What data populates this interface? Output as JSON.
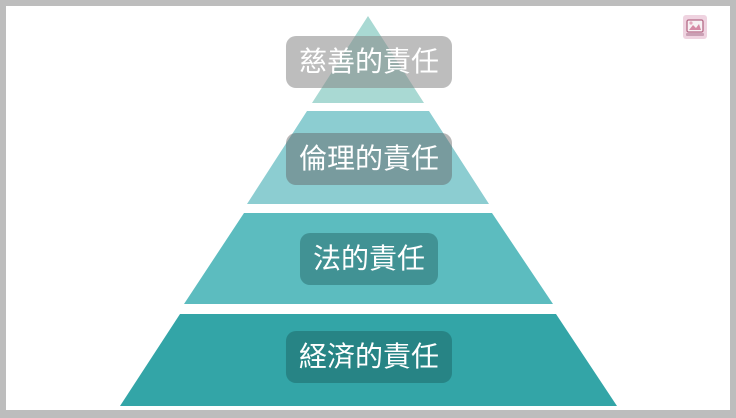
{
  "pyramid": {
    "tiers": [
      {
        "label": "慈善的責任",
        "color": "#a9d9d3"
      },
      {
        "label": "倫理的責任",
        "color": "#8ccdd1"
      },
      {
        "label": "法的責任",
        "color": "#5cbcbf"
      },
      {
        "label": "経済的責任",
        "color": "#33a5a7"
      }
    ]
  },
  "icons": {
    "corner": "slide-thumbnail-icon"
  }
}
